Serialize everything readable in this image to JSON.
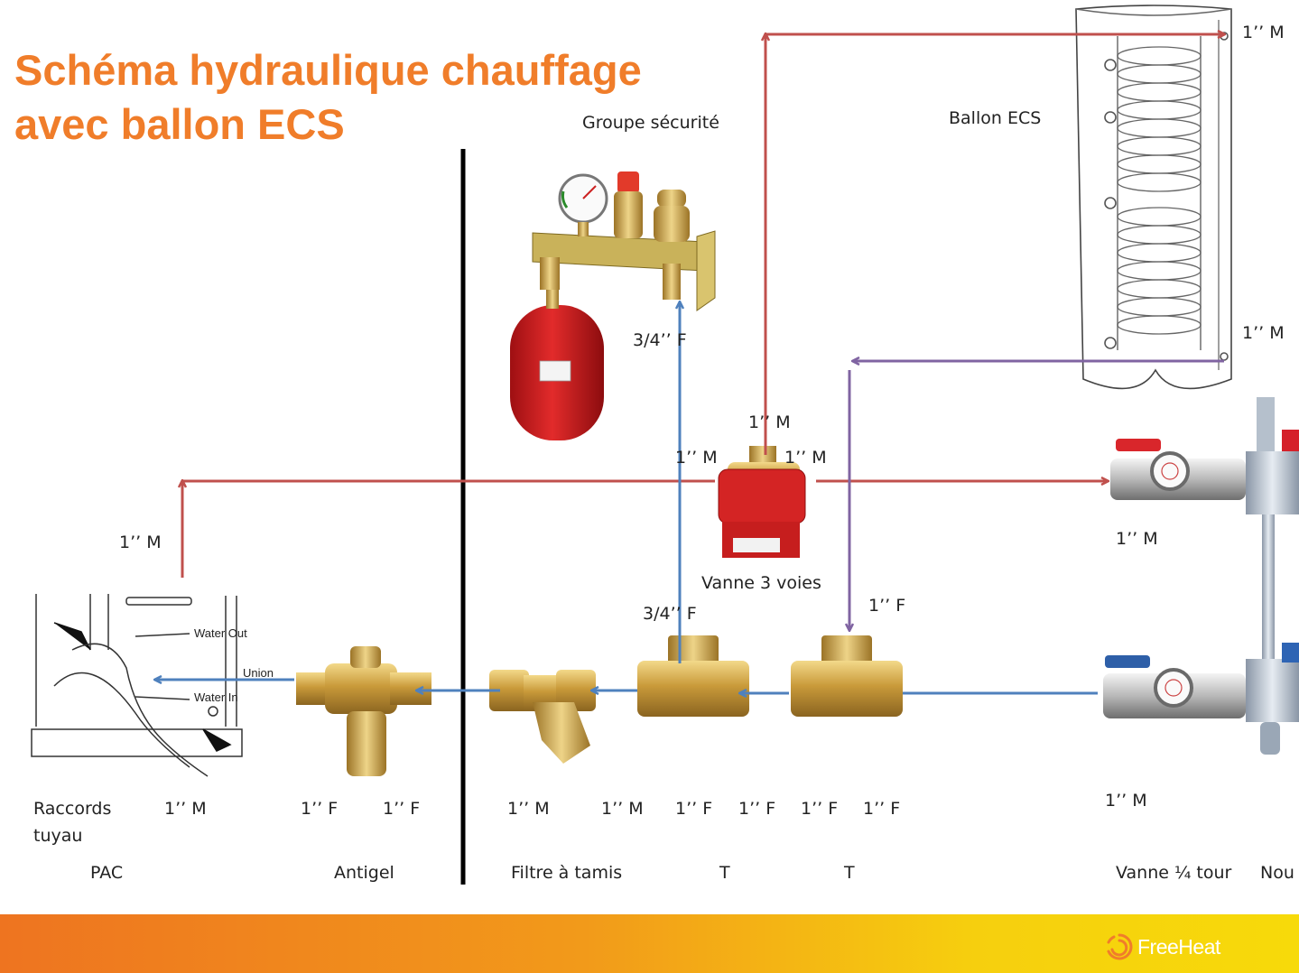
{
  "title": {
    "line1": "Schéma hydraulique chauffage",
    "line2": "avec ballon ECS"
  },
  "components": {
    "groupe_securite": "Groupe sécurité",
    "ballon_ecs": "Ballon ECS",
    "vanne_3_voies": "Vanne 3 voies",
    "pac": "PAC",
    "raccords_line1": "Raccords",
    "raccords_line2": "tuyau",
    "antigel": "Antigel",
    "filtre": "Filtre à tamis",
    "t1": "T",
    "t2": "T",
    "vanne_quart_tour": "Vanne ¼ tour",
    "nourrice": "Nou"
  },
  "fittings": {
    "ballon_top": "1’’ M",
    "ballon_bottom": "1’’ M",
    "groupe_outlet": "3/4’’ F",
    "vanne_top": "1’’ M",
    "vanne_left": "1’’ M",
    "vanne_right": "1’’ M",
    "pac_out": "1’’ M",
    "nourrice_top": "1’’ M",
    "t1_top": "3/4’’ F",
    "t2_top": "1’’ F",
    "pac_bottom": "1’’ M",
    "antigel_left": "1’’ F",
    "antigel_right": "1’’ F",
    "filtre_left": "1’’ M",
    "filtre_right": "1’’ M",
    "t1_left": "1’’ F",
    "t1_right": "1’’ F",
    "t2_left": "1’’ F",
    "t2_right": "1’’ F",
    "nourrice_bottom": "1’’ M"
  },
  "pac_image_text": {
    "water_out": "Water Out",
    "union": "Union",
    "water_in": "Water In"
  },
  "brand": {
    "name": "FreeHeat"
  },
  "colors": {
    "title": "#F07D2A",
    "hot_pipe": "#C0504D",
    "cold_pipe": "#4F81BD",
    "ecs_return_pipe": "#8064A2",
    "footer_start": "#EE7420",
    "footer_end": "#F7DA0A"
  }
}
